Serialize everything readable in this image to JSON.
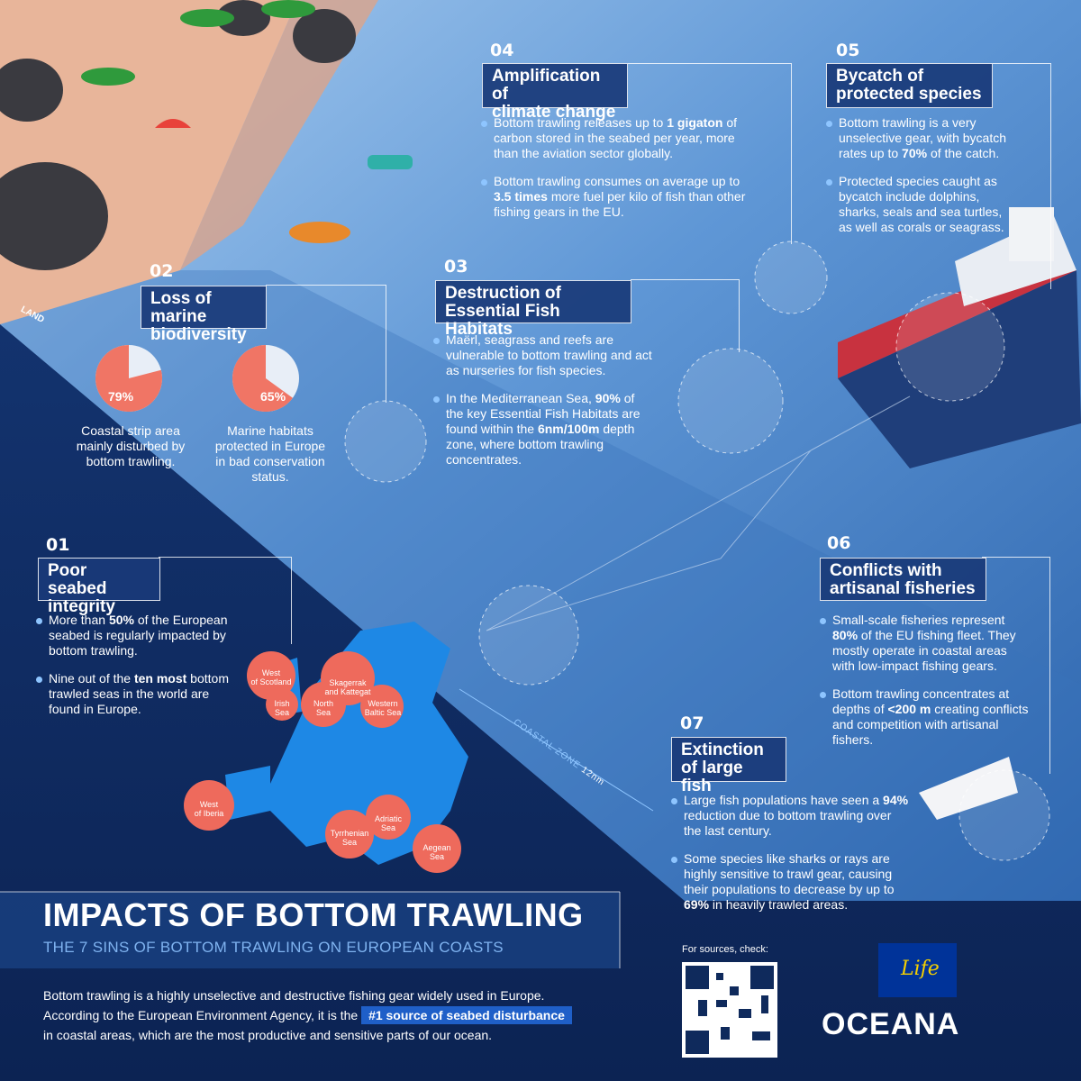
{
  "header": {
    "title": "IMPACTS OF BOTTOM TRAWLING",
    "subtitle": "THE 7 SINS OF BOTTOM TRAWLING ON EUROPEAN COASTS"
  },
  "intro": {
    "line1": "Bottom trawling is a highly unselective and destructive fishing gear widely used in Europe.",
    "line2_pre": "According to the European Environment Agency, it is the",
    "highlight": "#1 source of seabed disturbance",
    "line3": "in coastal areas, which are the most productive and sensitive parts of our ocean."
  },
  "labels": {
    "land": "LAND",
    "coastal_zone": "COASTAL ZONE",
    "coastal_nm": "12nm",
    "sources": "For sources, check:",
    "logo": "OCEANA",
    "eu_logo_text": "Life"
  },
  "colors": {
    "accent_coral": "#f07565",
    "deep_navy": "#0f2a5c",
    "shallow_blue": "#3f7cc4",
    "map_blue": "#1e88e5"
  },
  "sections": {
    "s01": {
      "number": "01",
      "title": [
        "Poor seabed",
        "integrity"
      ],
      "b1": [
        "More than ",
        "50%",
        " of the European seabed is regularly impacted by bottom trawling."
      ],
      "b2": [
        "Nine out of the ",
        "ten most",
        " bottom trawled seas in the world are found in Europe."
      ]
    },
    "s02": {
      "number": "02",
      "title": [
        "Loss of marine",
        "biodiversity"
      ],
      "pie1": {
        "value": 79,
        "label": "79%",
        "caption": "Coastal strip area mainly disturbed by bottom trawling."
      },
      "pie2": {
        "value": 65,
        "label": "65%",
        "caption": "Marine habitats protected in Europe in bad conservation status."
      }
    },
    "s03": {
      "number": "03",
      "title": [
        "Destruction of",
        "Essential Fish Habitats"
      ],
      "b1": "Maërl, seagrass and reefs are vulnerable to bottom trawling and act as nurseries for fish species.",
      "b2": [
        "In the Mediterranean Sea, ",
        "90%",
        " of the key Essential Fish Habitats are found within the ",
        "6nm/100m",
        " depth zone, where bottom trawling concentrates."
      ]
    },
    "s04": {
      "number": "04",
      "title": [
        "Amplification of",
        "climate change"
      ],
      "b1": [
        "Bottom trawling releases up to ",
        "1 gigaton",
        " of carbon stored in the seabed per year, more than the aviation sector globally."
      ],
      "b2": [
        "Bottom trawling consumes on average up to ",
        "3.5 times",
        " more fuel per kilo of fish than other fishing gears in the EU."
      ]
    },
    "s05": {
      "number": "05",
      "title": [
        "Bycatch of",
        "protected species"
      ],
      "b1": [
        "Bottom trawling is a very unselective gear, with bycatch rates up to ",
        "70%",
        " of the catch."
      ],
      "b2": "Protected species caught as bycatch include dolphins, sharks, seals and sea turtles, as well as corals or seagrass."
    },
    "s06": {
      "number": "06",
      "title": [
        "Conflicts with",
        "artisanal fisheries"
      ],
      "b1": [
        "Small-scale fisheries represent ",
        "80%",
        " of the EU fishing fleet. They mostly operate in coastal areas with low-impact fishing gears."
      ],
      "b2": [
        "Bottom trawling concentrates at depths of ",
        "<200 m",
        " creating conflicts and competition with artisanal fishers."
      ]
    },
    "s07": {
      "number": "07",
      "title": [
        "Extinction",
        "of large fish"
      ],
      "b1": [
        "Large fish populations have seen a ",
        "94%",
        " reduction due to bottom trawling over the last century."
      ],
      "b2": [
        "Some species like sharks or rays are highly sensitive to trawl gear, causing their populations to decrease by up to ",
        "69%",
        " in heavily trawled areas."
      ]
    }
  },
  "seas": [
    {
      "name": [
        "West",
        "of Scotland"
      ]
    },
    {
      "name": [
        "Irish",
        "Sea"
      ]
    },
    {
      "name": [
        "Skagerrak",
        "and Kattegat"
      ]
    },
    {
      "name": [
        "North",
        "Sea"
      ]
    },
    {
      "name": [
        "Western",
        "Baltic Sea"
      ]
    },
    {
      "name": [
        "West",
        "of Iberia"
      ]
    },
    {
      "name": [
        "Adriatic",
        "Sea"
      ]
    },
    {
      "name": [
        "Tyrrhenian",
        "Sea"
      ]
    },
    {
      "name": [
        "Aegean",
        "Sea"
      ]
    }
  ]
}
